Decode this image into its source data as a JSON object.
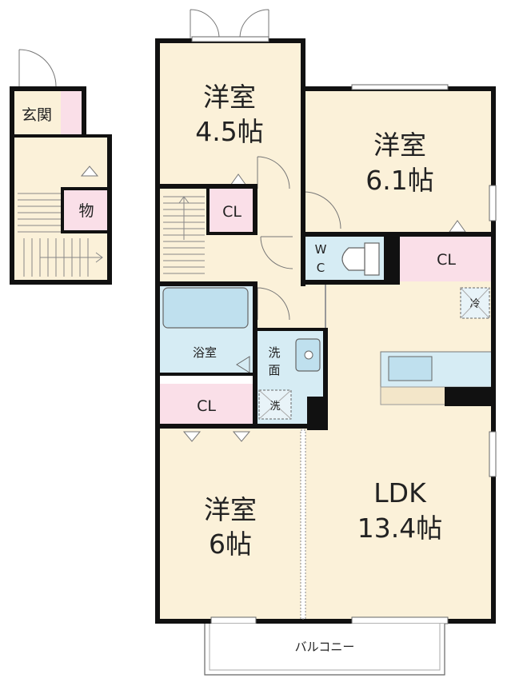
{
  "rooms": {
    "entrance": "玄関",
    "storage": "物",
    "western_1": {
      "name": "洋室",
      "size": "4.5帖"
    },
    "western_2": {
      "name": "洋室",
      "size": "6.1帖"
    },
    "western_3": {
      "name": "洋室",
      "size": "6帖"
    },
    "ldk": {
      "name": "LDK",
      "size": "13.4帖"
    },
    "closet_1": "CL",
    "closet_2": "CL",
    "closet_3": "CL",
    "wc_top": "W",
    "wc_bottom": "C",
    "bath": "浴室",
    "washroom_top": "洗",
    "washroom_bottom": "面",
    "washer": "洗",
    "fridge": "冷",
    "balcony": "バルコニー"
  },
  "colors": {
    "floor": "#fbf1d9",
    "closet": "#fadfe8",
    "wet": "#d6ecf4",
    "fixture": "#bfe0ee",
    "wall": "#111111",
    "line": "#777777"
  }
}
